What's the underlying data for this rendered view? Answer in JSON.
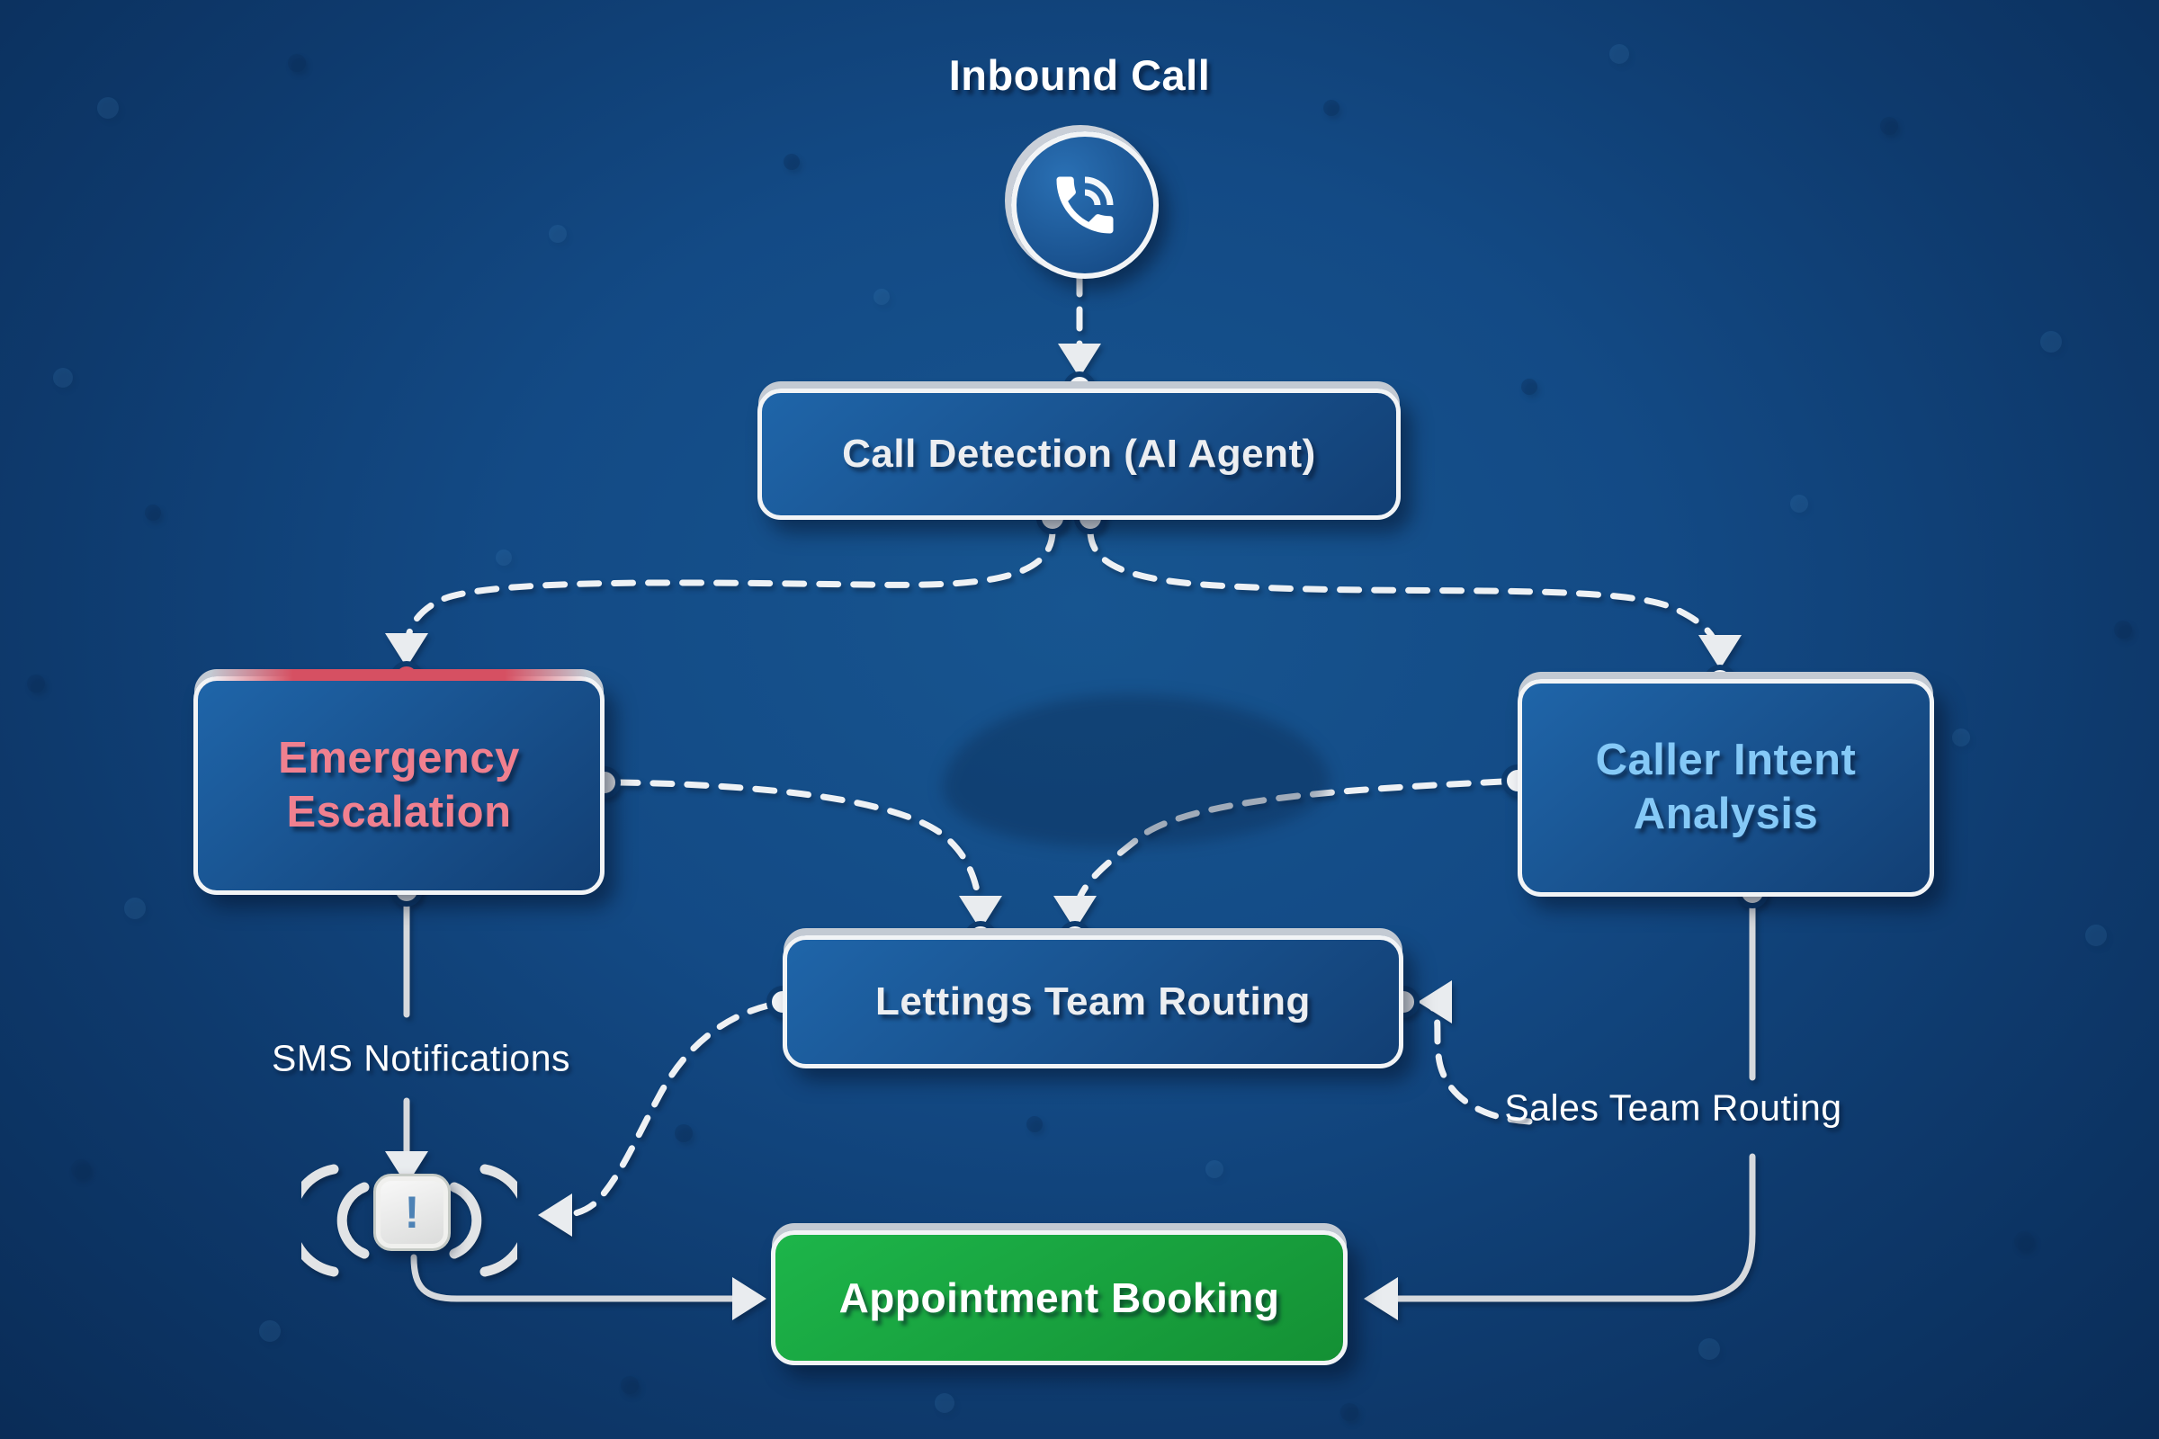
{
  "diagram": {
    "title": "Inbound Call",
    "nodes": {
      "call_detection": {
        "label": "Call Detection (AI Agent)"
      },
      "emergency_escalation": {
        "label": "Emergency Escalation"
      },
      "caller_intent": {
        "label": "Caller Intent Analysis"
      },
      "lettings_routing": {
        "label": "Lettings Team Routing"
      },
      "appointment_booking": {
        "label": "Appointment Booking"
      }
    },
    "annotations": {
      "sms_notifications": "SMS Notifications",
      "sales_team_routing": "Sales Team Routing"
    },
    "icons": {
      "phone": "phone-call-icon",
      "alert": "alert-exclamation-icon",
      "alert_glyph": "!"
    },
    "colors": {
      "bg_center": "#175590",
      "bg_edge": "#0a2c57",
      "node_fill_light": "#1f65a9",
      "node_fill_dark": "#123f74",
      "node_border": "#f2f4f6",
      "bevel_silver": "#c3cad3",
      "label_white": "#eceef1",
      "emergency_text": "#f0808f",
      "emergency_accent": "#d65062",
      "intent_text": "#85c9f7",
      "success_green": "#149034",
      "connector": "#e8ebee",
      "alert_mark_blue": "#4d82b5"
    }
  }
}
